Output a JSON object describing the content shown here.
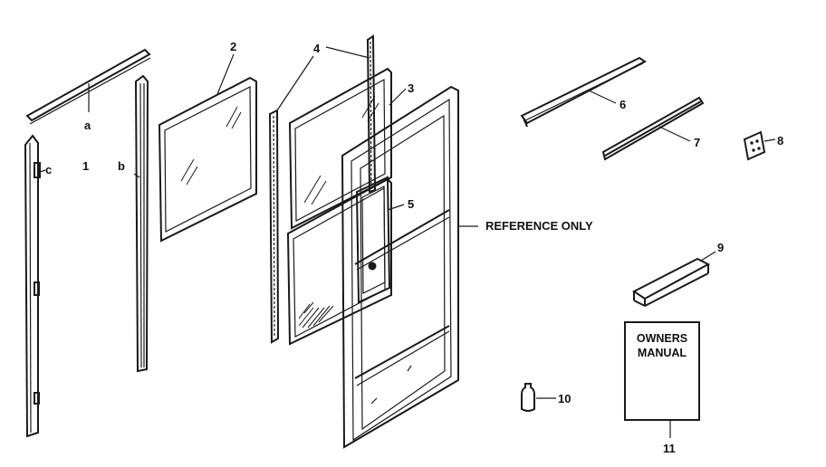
{
  "callouts": {
    "a": "a",
    "b": "b",
    "c": "c",
    "one": "1",
    "two": "2",
    "three": "3",
    "four": "4",
    "five": "5",
    "six": "6",
    "seven": "7",
    "eight": "8",
    "nine": "9",
    "ten": "10",
    "eleven": "11"
  },
  "reference_note": "REFERENCE ONLY",
  "manual": {
    "line1": "OWNERS",
    "line2": "MANUAL"
  }
}
